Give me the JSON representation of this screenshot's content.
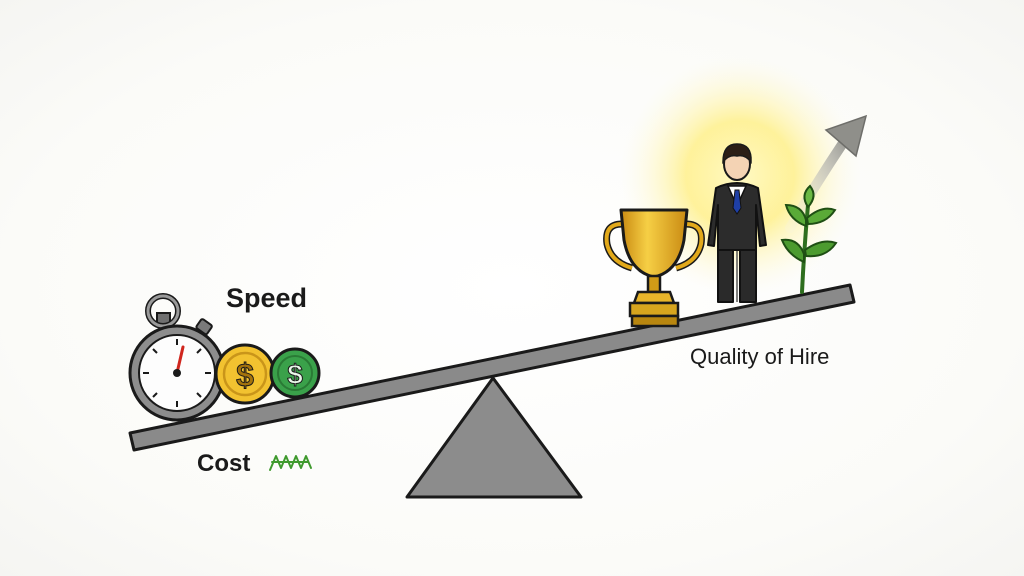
{
  "labels": {
    "speed": "Speed",
    "cost": "Cost",
    "quality": "Quality of Hire"
  },
  "icons": {
    "cost_scribble": "scribble-icon"
  },
  "colors": {
    "beam": "#8a8a8a",
    "fulcrum": "#8c8c8c",
    "coin_gold": "#f2c230",
    "coin_green": "#3aa14a",
    "trophy": "#e2a91a",
    "glow": "#fff3a0",
    "plant": "#4c9b2f",
    "tie": "#1e3fa6"
  }
}
